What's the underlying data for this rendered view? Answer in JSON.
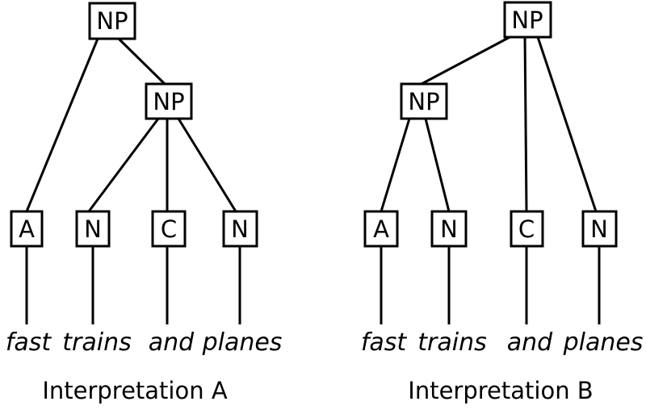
{
  "colors": {
    "background": "#ffffff",
    "line": "#000000",
    "text": "#000000"
  },
  "trees": [
    {
      "caption": "Interpretation A",
      "root": "NP",
      "inner": "NP",
      "leaves": [
        "A",
        "N",
        "C",
        "N"
      ],
      "words": [
        "fast",
        "trains",
        "and",
        "planes"
      ]
    },
    {
      "caption": "Interpretation B",
      "root": "NP",
      "inner": "NP",
      "leaves": [
        "A",
        "N",
        "C",
        "N"
      ],
      "words": [
        "fast",
        "trains",
        "and",
        "planes"
      ]
    }
  ]
}
